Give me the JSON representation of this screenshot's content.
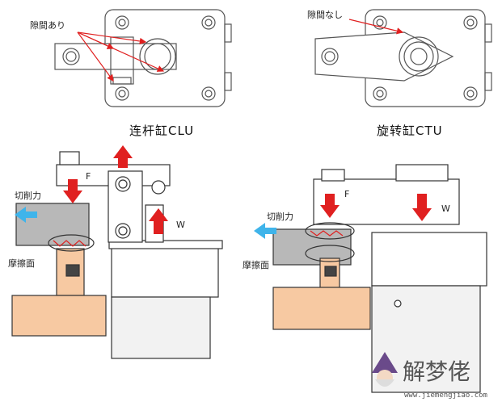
{
  "top_left": {
    "gap_label": "隙間あり"
  },
  "top_right": {
    "gap_label": "隙間なし"
  },
  "captions": {
    "left": "连杆缸CLU",
    "right": "旋转缸CTU"
  },
  "bottom_left": {
    "force_label": "F",
    "cutting_label": "切削力",
    "friction_label": "摩擦面",
    "w_label": "W"
  },
  "bottom_right": {
    "force_label": "F",
    "cutting_label": "切削力",
    "friction_label": "摩擦面",
    "w_label": "W"
  },
  "watermark": {
    "brand": "解梦佬",
    "url": "www.jiemengjiao.com"
  },
  "colors": {
    "red_arrow": "#e02020",
    "blue_arrow": "#3fb4ea",
    "workpiece": "#f7c9a2",
    "cutter": "#b8b8b8",
    "line": "#333333"
  }
}
